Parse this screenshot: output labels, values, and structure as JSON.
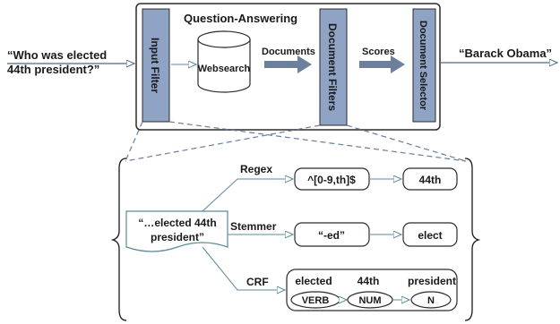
{
  "input_query_lines": [
    "“Who was elected",
    "44th president?”"
  ],
  "output_answer": "“Barack Obama”",
  "qa_title": "Question-Answering",
  "components": {
    "input_filter": "Input Filter",
    "websearch": "Websearch",
    "document_filters": "Document Filters",
    "document_selector": "Document Selector"
  },
  "edge_labels": {
    "documents": "Documents",
    "scores": "Scores"
  },
  "fragment_lines": [
    "“…elected 44th",
    "president”"
  ],
  "filters": [
    {
      "name": "Regex",
      "pattern": "^[0-9,th]$",
      "result": "44th"
    },
    {
      "name": "Stemmer",
      "pattern": "“-ed”",
      "result": "elect"
    },
    {
      "name": "CRF",
      "tokens": [
        {
          "word": "elected",
          "tag": "VERB"
        },
        {
          "word": "44th",
          "tag": "NUM"
        },
        {
          "word": "president",
          "tag": "N"
        }
      ]
    }
  ],
  "colors": {
    "box_fill": "#8fa3c4",
    "box_stroke": "#2b2b2b",
    "arrow_fill": "#6c7f9c",
    "connector": "#5a8a97",
    "dashed": "#6a7f95"
  }
}
